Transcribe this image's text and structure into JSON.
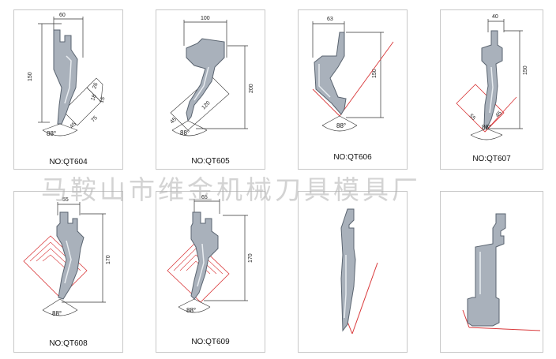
{
  "watermark": "马鞍山市维金机械刀具模具厂",
  "colors": {
    "tool_fill": "#a9b1bb",
    "tool_dark": "#5a6470",
    "red_line": "#d9383a",
    "dim_line": "#333333"
  },
  "tools": [
    {
      "model": "NO:QT604",
      "angle": "88°",
      "dims": {
        "width": "60",
        "height": "150",
        "d1": "26",
        "d2": "15",
        "d3": "18",
        "d4": "45",
        "d5": "75"
      }
    },
    {
      "model": "NO:QT605",
      "angle": "88°",
      "dims": {
        "width": "100",
        "height": "200",
        "d1": "120",
        "d2": "45"
      }
    },
    {
      "model": "NO:QT606",
      "angle": "88°",
      "dims": {
        "width": "63",
        "height": "150"
      }
    },
    {
      "model": "NO:QT607",
      "angle": "88°",
      "dims": {
        "width": "40",
        "height": "150",
        "d1": "55",
        "d2": "45"
      }
    },
    {
      "model": "NO:QT608",
      "angle": "88°",
      "dims": {
        "width": "55",
        "height": "170"
      }
    },
    {
      "model": "NO:QT609",
      "angle": "88°",
      "dims": {
        "width": "65",
        "height": "170"
      }
    },
    {
      "model": ""
    },
    {
      "model": ""
    }
  ]
}
